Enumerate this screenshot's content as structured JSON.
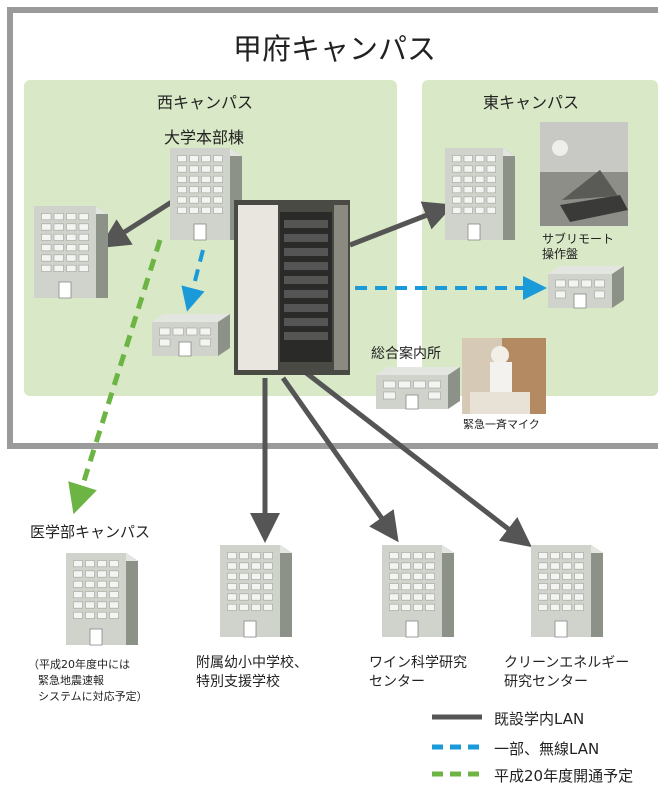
{
  "title": "甲府キャンパス",
  "west_campus": {
    "label": "西キャンパス",
    "hq_label": "大学本部棟"
  },
  "east_campus": {
    "label": "東キャンパス",
    "remote_panel_label_1": "サブリモート",
    "remote_panel_label_2": "操作盤"
  },
  "info_center": {
    "label": "総合案内所",
    "mic_label": "緊急一斉マイク"
  },
  "medical_campus": {
    "label": "医学部キャンパス",
    "note_lines": [
      "（平成20年度中には",
      "緊急地震速報",
      "システムに対応予定）"
    ]
  },
  "remote_sites": [
    {
      "line1": "附属幼小中学校、",
      "line2": "特別支援学校"
    },
    {
      "line1": "ワイン科学研究",
      "line2": "センター"
    },
    {
      "line1": "クリーンエネルギー",
      "line2": "研究センター"
    }
  ],
  "legend": [
    {
      "label": "既設学内LAN",
      "color": "#555555",
      "style": "solid"
    },
    {
      "label": "一部、無線LAN",
      "color": "#1a9ad9",
      "style": "dashed"
    },
    {
      "label": "平成20年度開通予定",
      "color": "#6cb544",
      "style": "dashed"
    }
  ],
  "colors": {
    "campus_fill": "#d9e8c6",
    "outer_border": "#9a9a9a",
    "building_front": "#cfd3cb",
    "building_side": "#8c9288",
    "solid_line": "#555555",
    "wireless_line": "#1a9ad9",
    "planned_line": "#6cb544"
  }
}
